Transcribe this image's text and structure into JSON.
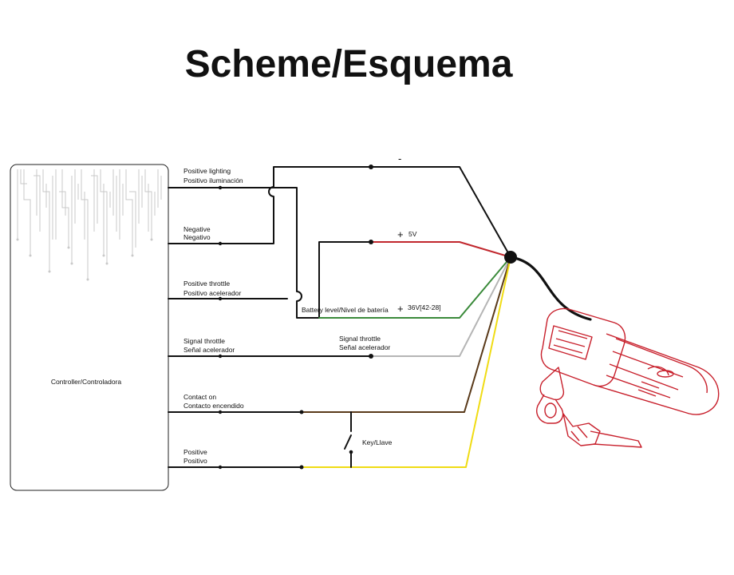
{
  "title": "Scheme/Esquema",
  "controller": {
    "label": "Controller/Controladora"
  },
  "terminals": [
    {
      "line1": "Positive lighting",
      "line2": "Positivo iluminación"
    },
    {
      "line1": "Negative",
      "line2": "Negativo"
    },
    {
      "line1": "Positive throttle",
      "line2": "Positivo acelerador"
    },
    {
      "line1": "Signal throttle",
      "line2": "Señal acelerador"
    },
    {
      "line1": "Contact on",
      "line2": "Contacto encendido"
    },
    {
      "line1": "Positive",
      "line2": "Positivo"
    }
  ],
  "wire_labels": {
    "negative_symbol": "-",
    "plus_5v_symbol": "+",
    "plus_5v": "5V",
    "battery_level": "Battery level/Nivel de batería",
    "plus_36v_symbol": "+",
    "plus_36v": "36V[42-28]",
    "signal_line1": "Signal throttle",
    "signal_line2": "Señal acelerador",
    "key": "Key/Llave"
  },
  "wire_colors": {
    "negative": "#111111",
    "plus_5v": "#c1272d",
    "battery": "#3a8a3a",
    "signal": "#b5b5b5",
    "contact": "#5a3a1a",
    "positive": "#f0dc14"
  },
  "icons": {
    "grip": "throttle-grip-with-key-icon"
  }
}
